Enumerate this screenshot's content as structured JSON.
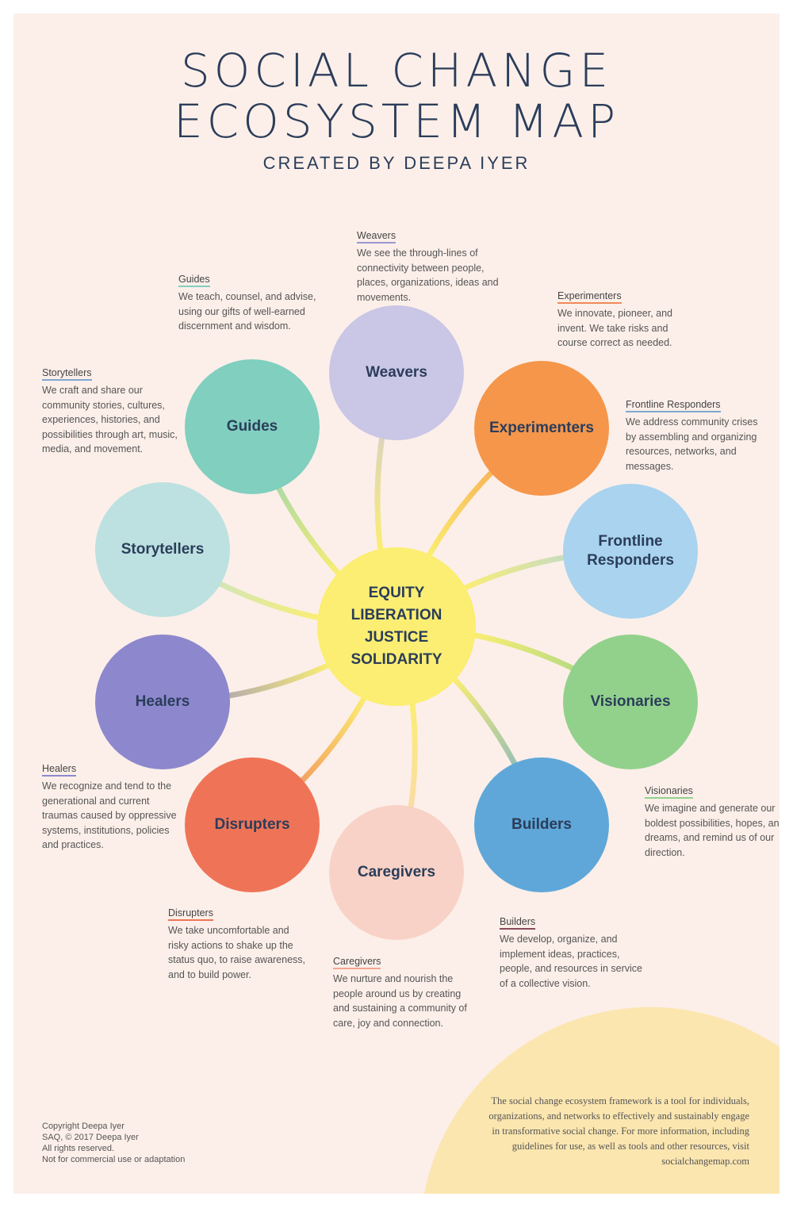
{
  "title_line1": "SOCIAL CHANGE",
  "title_line2": "ECOSYSTEM MAP",
  "subtitle": "CREATED BY DEEPA IYER",
  "center": [
    "EQUITY",
    "LIBERATION",
    "JUSTICE",
    "SOLIDARITY"
  ],
  "roles": [
    {
      "name": "Weavers",
      "color": "#c9c6e6",
      "desc": "We see the through-lines of connectivity between people, places, organizations, ideas and movements."
    },
    {
      "name": "Guides",
      "color": "#80cfbf",
      "desc": "We teach, counsel, and advise, using our gifts of well-earned discernment and wisdom."
    },
    {
      "name": "Experimenters",
      "color": "#f5964b",
      "desc": "We innovate, pioneer, and invent. We take risks and course correct as needed."
    },
    {
      "name": "Storytellers",
      "color": "#bce1e0",
      "desc": "We craft and share our community stories, cultures, experiences, histories, and possibilities through art, music, media, and movement."
    },
    {
      "name": "Frontline Responders",
      "color": "#a9d3ef",
      "desc": "We address community crises by assembling and organizing resources, networks, and messages."
    },
    {
      "name": "Healers",
      "color": "#8d88cd",
      "desc": "We recognize and tend to the generational and current traumas caused by oppressive systems, institutions, policies and practices."
    },
    {
      "name": "Visionaries",
      "color": "#92d18c",
      "desc": "We imagine and generate our boldest possibilities, hopes, and dreams, and remind us of our direction."
    },
    {
      "name": "Disrupters",
      "color": "#ef7457",
      "desc": "We take uncomfortable and risky actions to shake up the status quo, to raise awareness, and to build power."
    },
    {
      "name": "Builders",
      "color": "#5fa7d9",
      "desc": "We develop, organize, and implement ideas, practices, people, and resources in service of a collective vision."
    },
    {
      "name": "Caregivers",
      "color": "#f8d2c6",
      "desc": "We nurture and nourish the people around us by creating and sustaining a community of care, joy and connection."
    }
  ],
  "center_color": "#fbee72",
  "blurb": "The social change ecosystem framework is a tool for individuals, organizations, and networks to effectively and sustainably engage in transformative social change. For more information, including guidelines for use, as well as tools and other resources, visit socialchangemap.com",
  "copyright": [
    "Copyright Deepa Iyer",
    "SAQ, © 2017 Deepa Iyer",
    "All rights reserved.",
    "Not for commercial use or adaptation"
  ]
}
